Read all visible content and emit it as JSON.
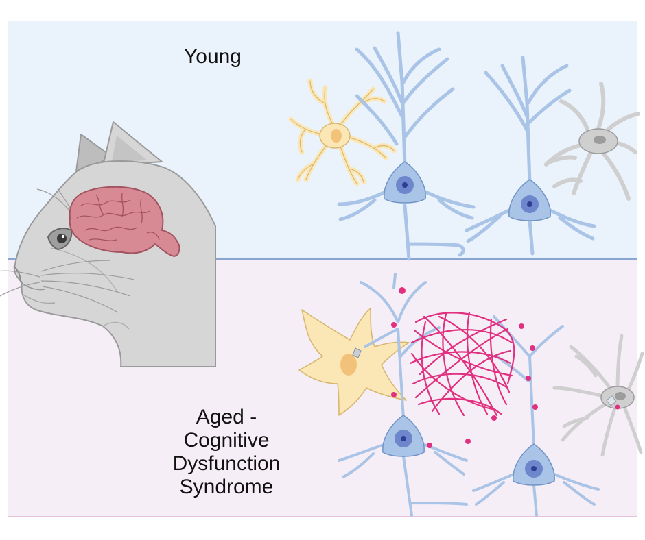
{
  "labels": {
    "young": "Young",
    "aged": [
      "Aged -",
      "Cognitive",
      "Dysfunction",
      "Syndrome"
    ]
  },
  "colors": {
    "young_bg": "#eaf2fb",
    "aged_bg": "#f6eef6",
    "divider": "#8aa5cf",
    "neuron": "#a9c4e6",
    "neuron_stroke": "#6f93c6",
    "nucleus": "#6d86cc",
    "nucleolus": "#2f3f93",
    "astrocyte": "#fbe7b6",
    "astrocyte_stroke": "#d9b770",
    "microglia": "#cfcfcf",
    "microglia_stroke": "#9c9c9c",
    "brain": "#d88a94",
    "brain_stroke": "#a25360",
    "cat_fur": "#d6d6d6",
    "cat_stroke": "#9a9a9a",
    "tangle": "#e0307f",
    "plaque": "#e0307f"
  },
  "icons": [
    "cat-head-icon",
    "brain-icon",
    "neuron-icon",
    "astrocyte-icon",
    "microglia-icon",
    "tau-tangle-icon",
    "amyloid-dot-icon"
  ]
}
